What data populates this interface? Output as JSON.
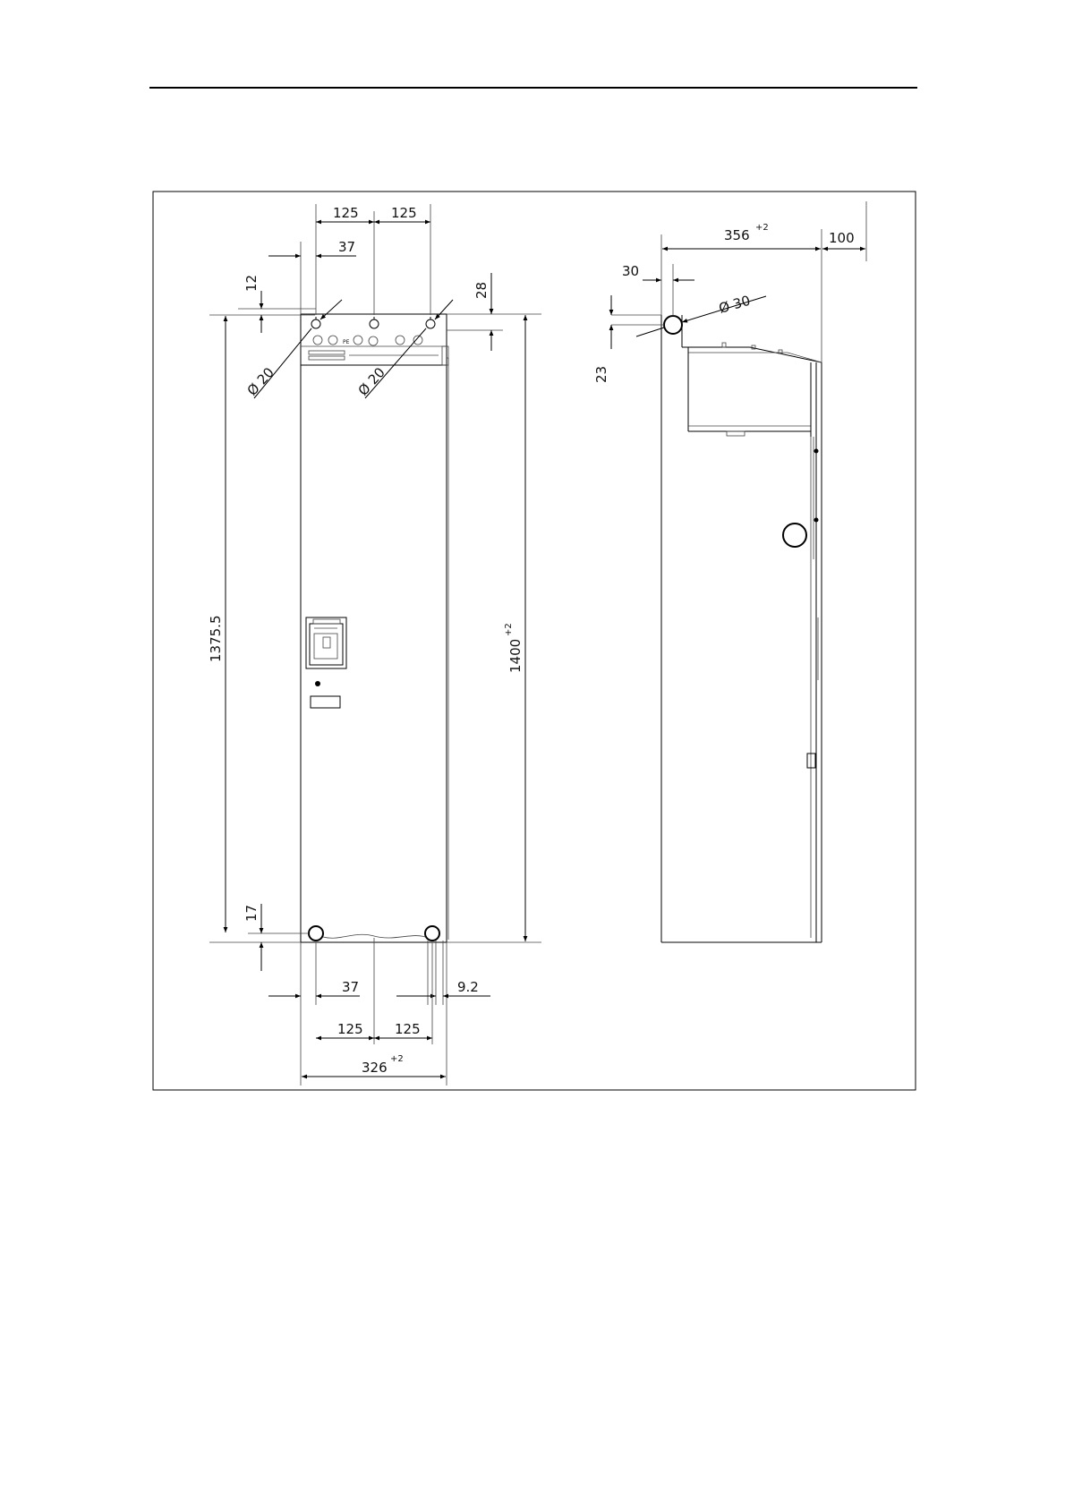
{
  "front_view": {
    "top_spacing_left": "125",
    "top_spacing_right": "125",
    "top_offset_left": "37",
    "top_vertical_12": "12",
    "top_vertical_28": "28",
    "hole_dia_left": "Ø 20",
    "hole_dia_right": "Ø 20",
    "height_left": "1375.5",
    "height_right": "1400",
    "height_right_tol": "+2",
    "bottom_vertical_17": "17",
    "bottom_offset_left": "37",
    "bottom_offset_right": "9.2",
    "bottom_spacing_left": "125",
    "bottom_spacing_right": "125",
    "width": "326",
    "width_tol": "+2",
    "pe_label": "PE"
  },
  "side_view": {
    "depth": "356",
    "depth_tol": "+2",
    "clearance": "100",
    "hole_offset": "30",
    "hole_dia": "Ø 30",
    "hole_vertical": "23"
  }
}
